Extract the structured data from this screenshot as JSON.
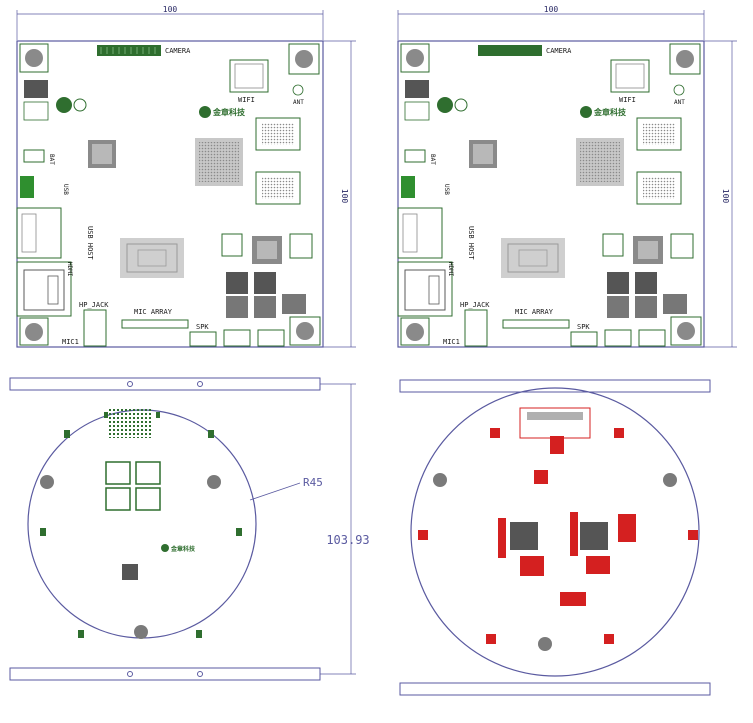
{
  "colors": {
    "line": "#5a5aa0",
    "silk": "#2f6e2f",
    "pad": "#8a8a8a",
    "dim": "#2a2a66",
    "red": "#d42020",
    "hole": "#7a7a7a"
  },
  "boards": {
    "top_left": {
      "width_dim": "100",
      "height_dim": "100",
      "labels": {
        "camera": "CAMERA",
        "wifi": "WIFI",
        "ant": "ANT",
        "bat": "BAT",
        "usb": "USB",
        "usb_host": "USB HOST",
        "hdmi": "HDMI",
        "hp_jack": "HP_JACK",
        "mic_array": "MIC ARRAY",
        "spk": "SPK",
        "mic1": "MIC1",
        "brand": "金章科技"
      }
    },
    "top_right": {
      "width_dim": "100",
      "height_dim": "100",
      "labels": {
        "camera": "CAMERA",
        "wifi": "WIFI",
        "ant": "ANT",
        "bat": "BAT",
        "usb": "USB",
        "usb_host": "USB HOST",
        "hdmi": "HDMI",
        "hp_jack": "HP_JACK",
        "mic_array": "MIC ARRAY",
        "spk": "SPK",
        "mic1": "MIC1",
        "brand": "金章科技"
      }
    },
    "bottom_left": {
      "radius_label": "R45",
      "height_dim": "103.93",
      "brand": "金章科技"
    },
    "bottom_right": {}
  }
}
